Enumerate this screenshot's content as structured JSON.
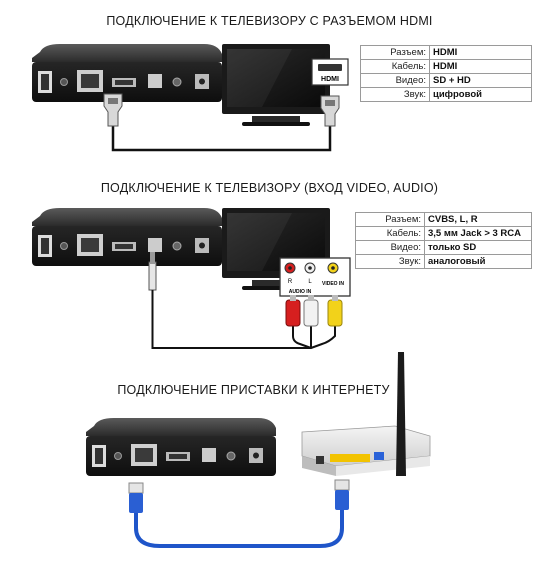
{
  "sections": [
    {
      "title": "ПОДКЛЮЧЕНИЕ К ТЕЛЕВИЗОРУ С РАЗЪЕМОМ HDMI",
      "specs": [
        {
          "key": "Разъем:",
          "value": "HDMI"
        },
        {
          "key": "Кабель:",
          "value": "HDMI"
        },
        {
          "key": "Видео:",
          "value": "SD + HD"
        },
        {
          "key": "Звук:",
          "value": "цифровой"
        }
      ],
      "tv_port_label": "HDMI"
    },
    {
      "title": "ПОДКЛЮЧЕНИЕ К ТЕЛЕВИЗОРУ (ВХОД VIDEO, AUDIO)",
      "specs": [
        {
          "key": "Разъем:",
          "value": "CVBS, L, R"
        },
        {
          "key": "Кабель:",
          "value": "3,5 мм Jack > 3 RCA"
        },
        {
          "key": "Видео:",
          "value": "только SD"
        },
        {
          "key": "Звук:",
          "value": "аналоговый"
        }
      ],
      "audio_in_label": "AUDIO IN",
      "video_in_label": "VIDEO IN"
    },
    {
      "title": "ПОДКЛЮЧЕНИЕ ПРИСТАВКИ К ИНТЕРНЕТУ"
    }
  ],
  "colors": {
    "hdmi_cable": "#111111",
    "ethernet_cable": "#1f55c9",
    "rca_red": "#d61f1f",
    "rca_white": "#f2f2f2",
    "rca_yellow": "#f2d21a",
    "box": "#2a2a2a"
  }
}
